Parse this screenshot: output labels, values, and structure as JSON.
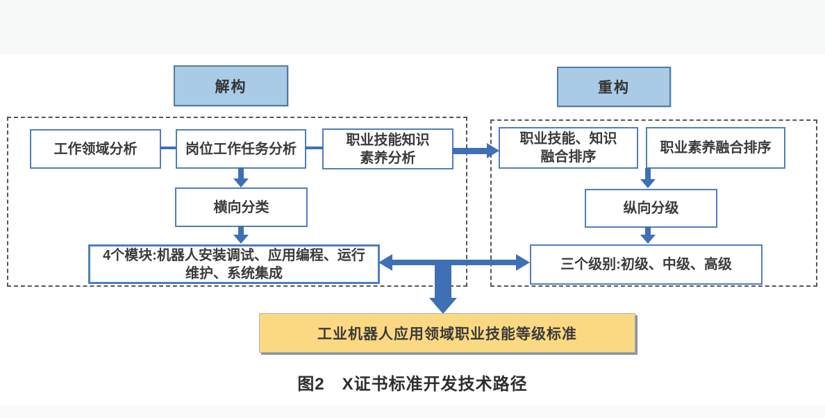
{
  "diagram": {
    "phase_labels": {
      "deconstruct": "解构",
      "reconstruct": "重构"
    },
    "left_group": {
      "work_field": "工作领域分析",
      "job_task": "岗位工作任务分析",
      "skill_knowledge_analysis": "职业技能知识\n素养分析",
      "horizontal_classify": "横向分类",
      "modules": "4个模块:机器人安装调试、应用编程、运行\n维护、系统集成"
    },
    "right_group": {
      "skill_knowledge_sort": "职业技能、知识\n融合排序",
      "quality_sort": "职业素养融合排序",
      "vertical_grade": "纵向分级",
      "levels": "三个级别:初级、中级、高级"
    },
    "result": "工业机器人应用领域职业技能等级标准",
    "caption": "图2　X证书标准开发技术路径"
  },
  "colors": {
    "node_border": "#4d7ebf",
    "arrow_blue": "#3f6fb5",
    "phase_fill": "#a9cbe5",
    "result_fill": "#fbd983",
    "dashed_border": "#555555"
  }
}
